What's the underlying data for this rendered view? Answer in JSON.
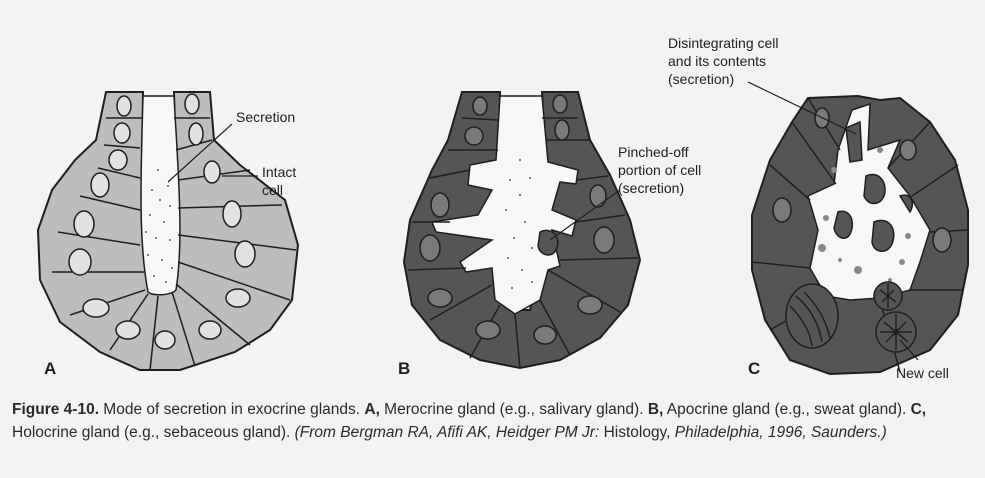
{
  "panels": {
    "a": {
      "letter": "A",
      "callouts": [
        "Secretion",
        "Intact",
        "cell"
      ]
    },
    "b": {
      "letter": "B",
      "callouts": [
        "Pinched-off",
        "portion of cell",
        "(secretion)"
      ]
    },
    "c": {
      "letter": "C",
      "callouts": [
        "Disintegrating cell",
        "and its contents",
        "(secretion)",
        "New cell"
      ]
    }
  },
  "caption": {
    "figure_label": "Figure 4-10.",
    "text1": " Mode of secretion in exocrine glands. ",
    "a_label": "A,",
    "a_text": " Merocrine gland (e.g., salivary gland). ",
    "b_label": "B,",
    "b_text": " Apocrine gland (e.g., sweat gland). ",
    "c_label": "C,",
    "c_text": " Holocrine gland (e.g., sebaceous gland). ",
    "source1": "(From Bergman RA, Afifi AK, Heidger PM Jr: ",
    "source_title": "Histology,",
    "source2": " Philadelphia, 1996, Saunders.)"
  },
  "colors": {
    "light_cell": "#bdbdbd",
    "dark_cell": "#555555",
    "outline": "#1e1e1e",
    "lumen": "#f7f7f5"
  }
}
